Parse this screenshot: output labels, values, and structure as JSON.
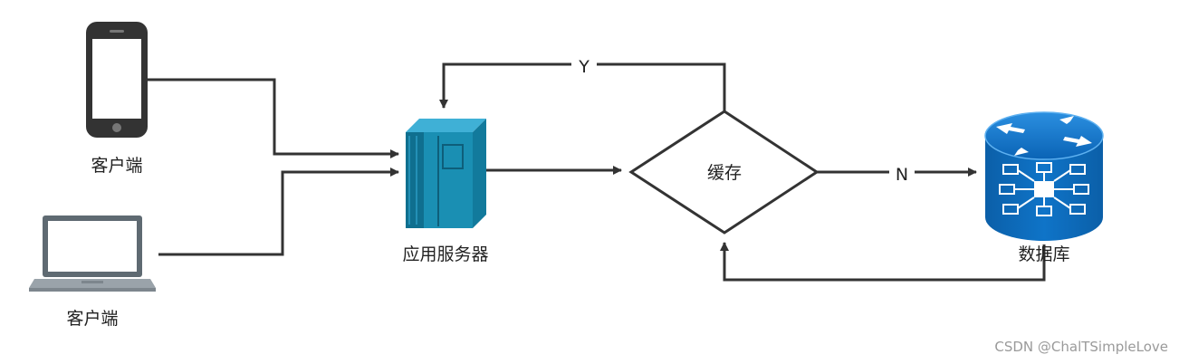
{
  "nodes": {
    "client_phone": {
      "label": "客户端"
    },
    "client_laptop": {
      "label": "客户端"
    },
    "app_server": {
      "label": "应用服务器"
    },
    "cache": {
      "label": "缓存"
    },
    "database": {
      "label": "数据库"
    }
  },
  "edges": [
    {
      "from": "client_phone",
      "to": "app_server",
      "label": ""
    },
    {
      "from": "client_laptop",
      "to": "app_server",
      "label": ""
    },
    {
      "from": "app_server",
      "to": "cache",
      "label": ""
    },
    {
      "from": "cache",
      "to": "app_server",
      "label": "Y"
    },
    {
      "from": "cache",
      "to": "database",
      "label": "N"
    },
    {
      "from": "database",
      "to": "cache",
      "label": ""
    }
  ],
  "watermark": "CSDN @ChalTSimpleLove",
  "colors": {
    "edge": "#333333",
    "server": "#1a8fb3",
    "database": "#0c6fc0",
    "phone": "#333333",
    "laptop": "#9aa3aa"
  },
  "icons": {
    "client_phone": "smartphone-icon",
    "client_laptop": "laptop-icon",
    "app_server": "server-cabinet-icon",
    "database": "database-router-icon"
  }
}
